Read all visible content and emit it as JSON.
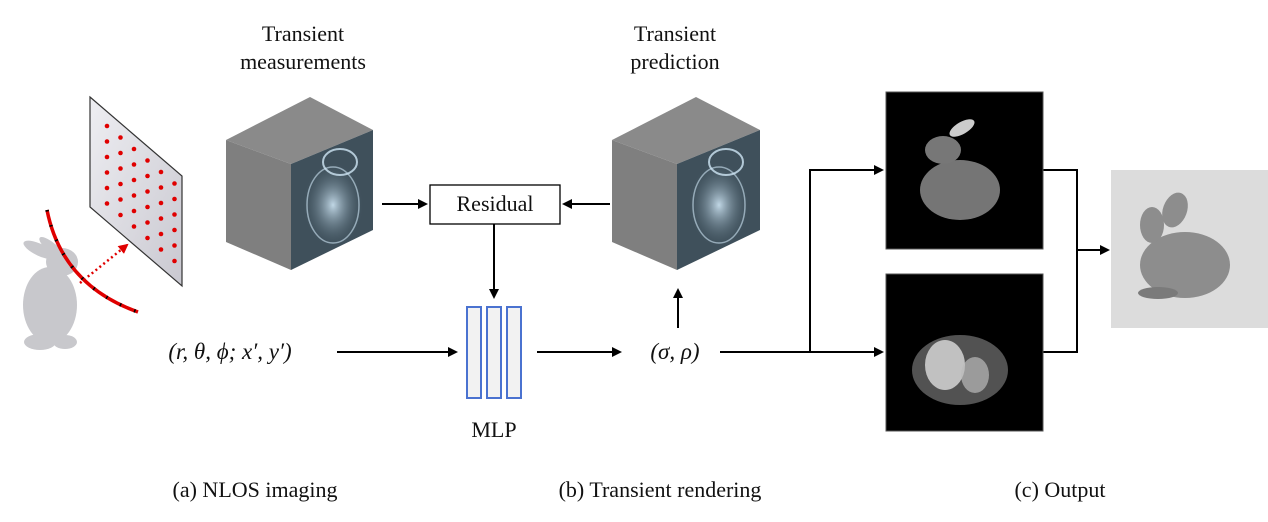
{
  "labels": {
    "transient_measurements": [
      "Transient",
      "measurements"
    ],
    "transient_prediction": [
      "Transient",
      "prediction"
    ],
    "residual": "Residual",
    "mlp": "MLP",
    "input_coords": "(r, θ, ϕ; x′, y′)",
    "output_params": "(σ, ρ)"
  },
  "captions": {
    "a": "(a) NLOS imaging",
    "b": "(b) Transient rendering",
    "c": "(c) Output"
  },
  "colors": {
    "laser": "#e00000",
    "mlp_border": "#4a72d0",
    "mlp_fill": "#f2f2f2"
  }
}
